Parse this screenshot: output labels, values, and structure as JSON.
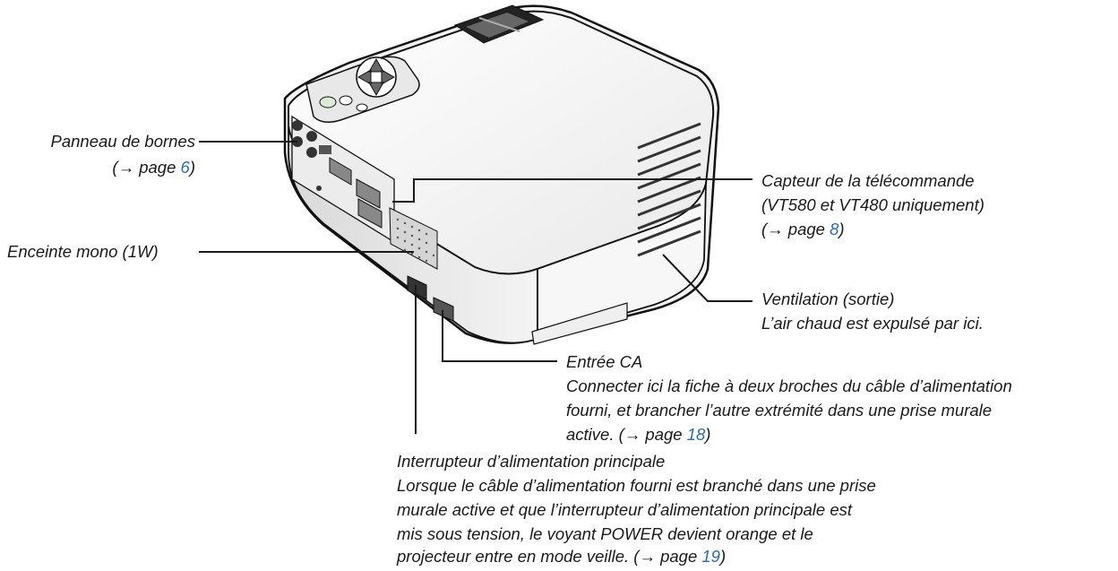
{
  "labels": {
    "terminal_panel": {
      "title": "Panneau de bornes",
      "ref_prefix": "(→ page ",
      "page": "6",
      "ref_suffix": ")"
    },
    "speaker": {
      "title": "Enceinte mono (1W)"
    },
    "remote_sensor": {
      "title": "Capteur de la télécommande",
      "line2": "(VT580 et VT480 uniquement)",
      "ref_prefix": "(→ page ",
      "page": "8",
      "ref_suffix": ")"
    },
    "ventilation": {
      "title": "Ventilation (sortie)",
      "desc": "L’air chaud est expulsé par ici."
    },
    "ac_input": {
      "title": "Entrée CA",
      "line1": "Connecter ici la fiche à deux broches du câble d’alimentation",
      "line2": "fourni, et brancher l’autre extrémité dans une prise murale",
      "line3_prefix": "active. (→ page ",
      "page": "18",
      "ref_suffix": ")"
    },
    "main_power": {
      "title": "Interrupteur d’alimentation principale",
      "line1": "Lorsque le câble d’alimentation fourni est branché dans une prise",
      "line2": "murale active et que l’interrupteur d’alimentation principale est",
      "line3": "mis sous tension, le voyant POWER devient orange et le",
      "line4_prefix": "projecteur entre en mode veille. (→ page ",
      "page": "19",
      "ref_suffix": ")"
    }
  },
  "colors": {
    "leader_line": "#1a1a1a",
    "page_link": "#2a6ab5"
  }
}
